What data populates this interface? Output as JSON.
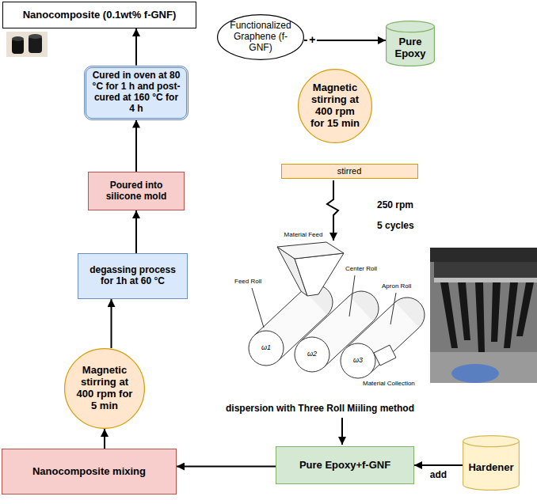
{
  "diagram": {
    "nodes": [
      {
        "text": [
          "Nanocomposite (0.1wt% f-GNF)"
        ]
      },
      {
        "text": [
          "Cured in oven at 80 °C for 1 h and post-cured at 160 °C for 4 h"
        ]
      },
      {
        "text": [
          "Functionalized Graphene (f-GNF)"
        ]
      },
      {
        "text": [
          "Pure Epoxy"
        ]
      },
      {
        "text": [
          "Magnetic stirring at 400 rpm for 15 min"
        ]
      },
      {
        "text": [
          "stirred"
        ]
      },
      {
        "text": [
          "Poured into silicone mold"
        ]
      },
      {
        "text": [
          "degassing process for 1h at 60 °C"
        ]
      },
      {
        "text": [
          "Magnetic stirring at 400 rpm for 5 min"
        ]
      },
      {
        "text": [
          "Nanocomposite mixing"
        ]
      },
      {
        "text": [
          "Pure Epoxy+f-GNF"
        ]
      },
      {
        "text": [
          "Hardener"
        ]
      }
    ],
    "edges": [
      {
        "from": 1,
        "to": 0,
        "arrow": "to"
      },
      {
        "from": 2,
        "to": 3,
        "arrow": "to",
        "label": "+"
      },
      {
        "from": 6,
        "to": 1,
        "arrow": "to"
      },
      {
        "from": 7,
        "to": 6,
        "arrow": "to"
      },
      {
        "from": 8,
        "to": 7,
        "arrow": "to"
      },
      {
        "from": 9,
        "to": 8,
        "arrow": "to"
      },
      {
        "from": 10,
        "to": 9,
        "arrow": "to"
      },
      {
        "from": 11,
        "to": 10,
        "arrow": "to",
        "label": "add"
      }
    ],
    "labels": [
      "250 rpm",
      "5 cycles",
      "Material Feed",
      "Feed Roll",
      "Center Roll",
      "Apron Roll",
      "Material Collection",
      "ω1",
      "ω2",
      "ω3",
      "dispersion with Three Roll Miiling method"
    ]
  }
}
